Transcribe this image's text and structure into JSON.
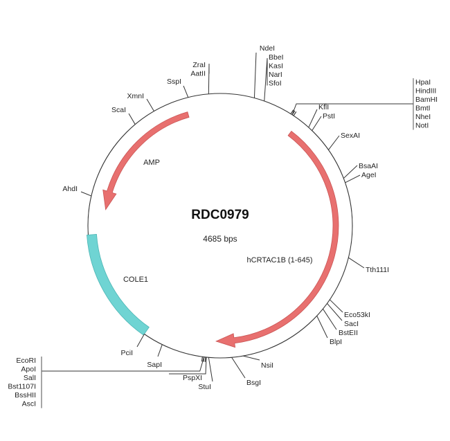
{
  "plasmid": {
    "name": "RDC0979",
    "length_label": "4685 bps"
  },
  "colors": {
    "gene_arrow": "#e8706f",
    "gene_arrow_edge": "#c95454",
    "ori": "#6fd4d3",
    "ori_edge": "#4bb5b4",
    "backbone": "#333333"
  },
  "features": [
    {
      "name": "AMP",
      "type": "gene",
      "direction": "ccw",
      "start_deg": 344,
      "end_deg": 278
    },
    {
      "name": "hCRTAC1B (1-645)",
      "type": "gene",
      "direction": "cw",
      "start_deg": 37,
      "end_deg": 182
    },
    {
      "name": "COLE1",
      "type": "origin",
      "start_deg": 215,
      "end_deg": 266
    }
  ],
  "sites": [
    {
      "labels": [
        "NdeI"
      ],
      "deg": 15
    },
    {
      "labels": [
        "BbeI",
        "KasI",
        "NarI",
        "SfoI"
      ],
      "deg": 19.5
    },
    {
      "labels": [
        "ZraI",
        "AatII"
      ],
      "deg": 355
    },
    {
      "labels": [
        "SspI"
      ],
      "deg": 346
    },
    {
      "labels": [
        "XmnI"
      ],
      "deg": 330
    },
    {
      "labels": [
        "ScaI"
      ],
      "deg": 320
    },
    {
      "labels": [
        "AhdI"
      ],
      "deg": 283
    },
    {
      "labels": [
        "HpaI",
        "HindIII",
        "BamHI",
        "BmtI",
        "NheI",
        "NotI"
      ],
      "deg": 33
    },
    {
      "labels": [
        "KflI"
      ],
      "deg": 42
    },
    {
      "labels": [
        "PstI"
      ],
      "deg": 44
    },
    {
      "labels": [
        "SexAI"
      ],
      "deg": 55
    },
    {
      "labels": [
        "BsaAI"
      ],
      "deg": 69
    },
    {
      "labels": [
        "AgeI"
      ],
      "deg": 71
    },
    {
      "labels": [
        "Tth111I"
      ],
      "deg": 104
    },
    {
      "labels": [
        "Eco53kI"
      ],
      "deg": 124
    },
    {
      "labels": [
        "SacI"
      ],
      "deg": 126
    },
    {
      "labels": [
        "BstEII"
      ],
      "deg": 129
    },
    {
      "labels": [
        "BlpI"
      ],
      "deg": 133
    },
    {
      "labels": [
        "NsiI"
      ],
      "deg": 170
    },
    {
      "labels": [
        "BsgI"
      ],
      "deg": 175
    },
    {
      "labels": [
        "StuI"
      ],
      "deg": 185
    },
    {
      "labels": [
        "PspXI"
      ],
      "deg": 186
    },
    {
      "labels": [
        "EcoRI",
        "ApoI",
        "SalI",
        "Bst1107I",
        "BssHII",
        "AscI"
      ],
      "deg": 187
    },
    {
      "labels": [
        "SapI"
      ],
      "deg": 206
    },
    {
      "labels": [
        "PciI"
      ],
      "deg": 215
    }
  ]
}
